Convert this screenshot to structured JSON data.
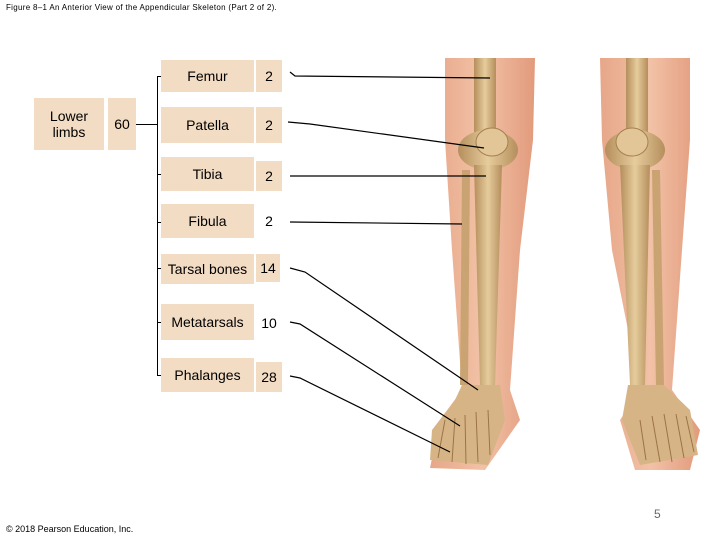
{
  "caption": "Figure 8–1 An Anterior View of the Appendicular Skeleton (Part 2 of 2).",
  "group": {
    "label": "Lower limbs",
    "count": "60"
  },
  "bones": [
    {
      "name": "Femur",
      "count": "2"
    },
    {
      "name": "Patella",
      "count": "2"
    },
    {
      "name": "Tibia",
      "count": "2"
    },
    {
      "name": "Fibula",
      "count": "2"
    },
    {
      "name": "Tarsal bones",
      "count": "14"
    },
    {
      "name": "Metatarsals",
      "count": "10"
    },
    {
      "name": "Phalanges",
      "count": "28"
    }
  ],
  "footer": {
    "copyright": "© 2018 Pearson Education, Inc.",
    "page": "5"
  },
  "colors": {
    "skin": "#e8a98c",
    "bone": "#d9b98a",
    "table": "#f3dcc4"
  }
}
